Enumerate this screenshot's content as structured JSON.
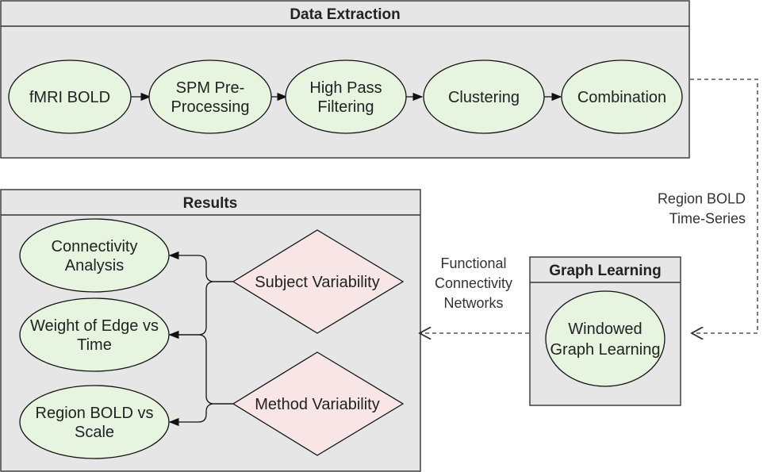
{
  "data_extraction": {
    "title": "Data Extraction",
    "steps": [
      {
        "lines": [
          "fMRI BOLD"
        ]
      },
      {
        "lines": [
          "SPM Pre-",
          "Processing"
        ]
      },
      {
        "lines": [
          "High Pass",
          "Filtering"
        ]
      },
      {
        "lines": [
          "Clustering"
        ]
      },
      {
        "lines": [
          "Combination"
        ]
      }
    ]
  },
  "edge_region_bold": {
    "lines": [
      "Region BOLD",
      "Time-Series"
    ]
  },
  "graph_learning": {
    "title": "Graph Learning",
    "node": {
      "lines": [
        "Windowed",
        "Graph Learning"
      ]
    }
  },
  "edge_functional": {
    "lines": [
      "Functional",
      "Connectivity",
      "Networks"
    ]
  },
  "results": {
    "title": "Results",
    "outputs": [
      {
        "lines": [
          "Connectivity",
          "Analysis"
        ]
      },
      {
        "lines": [
          "Weight of Edge vs",
          "Time"
        ]
      },
      {
        "lines": [
          "Region BOLD vs",
          "Scale"
        ]
      }
    ],
    "variability": [
      {
        "lines": [
          "Subject Variability"
        ]
      },
      {
        "lines": [
          "Method Variability"
        ]
      }
    ]
  },
  "colors": {
    "panel_fill": "#e6e6e6",
    "panel_stroke": "#333333",
    "ellipse_fill": "#e6f4e0",
    "diamond_fill": "#f8e6e6"
  }
}
